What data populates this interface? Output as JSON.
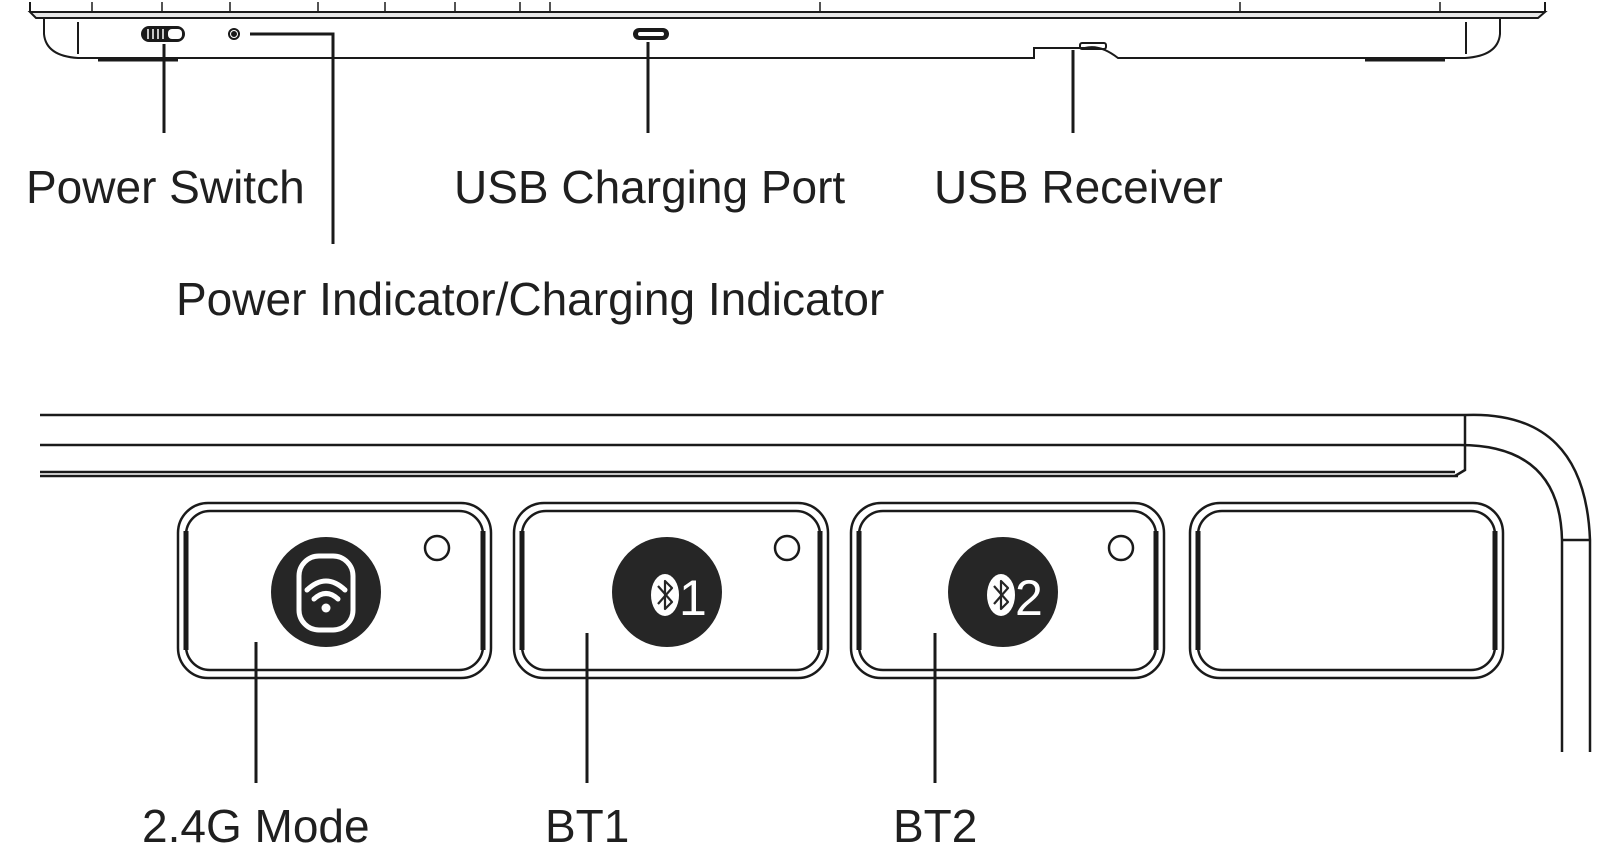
{
  "labels": {
    "power_switch": "Power Switch",
    "usb_charging_port": "USB Charging Port",
    "usb_receiver": "USB Receiver",
    "power_indicator": "Power Indicator/Charging Indicator",
    "mode_24g": "2.4G Mode",
    "bt1": "BT1",
    "bt2": "BT2"
  },
  "keys": {
    "bt1_number": "1",
    "bt2_number": "2"
  },
  "icons": [
    "wireless-receiver-icon",
    "bluetooth-icon"
  ],
  "colors": {
    "line": "#1a1a1a",
    "icon_fill": "#262626",
    "background": "#ffffff"
  }
}
